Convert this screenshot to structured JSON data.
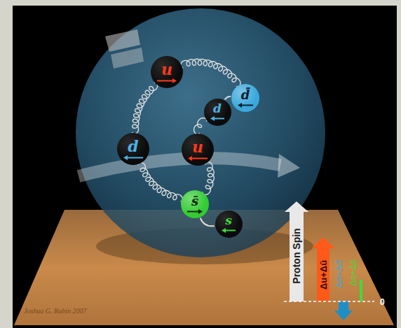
{
  "diagram": {
    "nodes": [
      {
        "text": [
          "u"
        ]
      },
      {
        "text": [
          "d"
        ]
      },
      {
        "text": [
          "d̄"
        ]
      },
      {
        "text": [
          "d"
        ]
      },
      {
        "text": [
          "u"
        ]
      },
      {
        "text": [
          "s̄"
        ]
      },
      {
        "text": [
          "s"
        ]
      }
    ],
    "edges": [
      {
        "from": 0,
        "to": 2,
        "arrow": "none"
      },
      {
        "from": 0,
        "to": 3,
        "arrow": "none"
      },
      {
        "from": 3,
        "to": 5,
        "arrow": "none"
      },
      {
        "from": 4,
        "to": 1,
        "arrow": "none"
      },
      {
        "from": 4,
        "to": 5,
        "arrow": "none"
      },
      {
        "from": 1,
        "to": 2,
        "arrow": "none"
      },
      {
        "from": 5,
        "to": 6,
        "arrow": "none"
      }
    ],
    "labels": [
      "Proton Spin",
      "Δu+Δū",
      "Δd+Δd̄",
      "Δs+Δs̄",
      "0",
      "Joshua G. Rubin 2007"
    ]
  }
}
